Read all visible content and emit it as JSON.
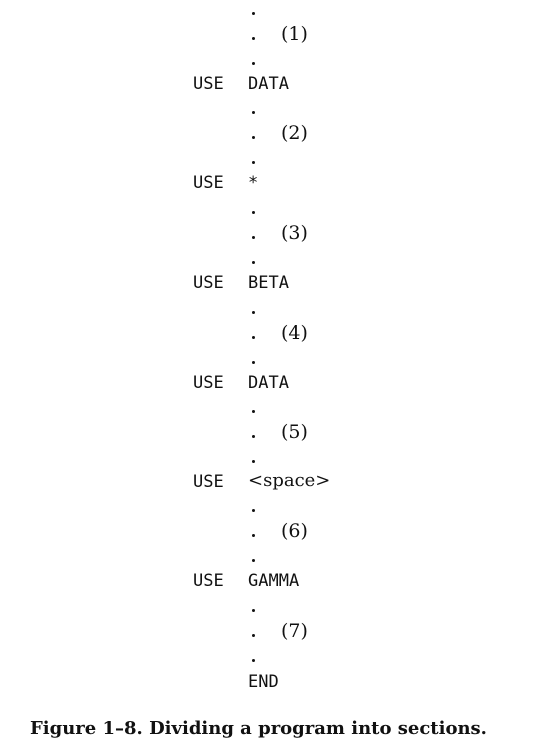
{
  "program": {
    "sections": [
      {
        "label": "(1)"
      },
      {
        "label": "(2)"
      },
      {
        "label": "(3)"
      },
      {
        "label": "(4)"
      },
      {
        "label": "(5)"
      },
      {
        "label": "(6)"
      },
      {
        "label": "(7)"
      }
    ],
    "use_statements": [
      {
        "keyword": "USE",
        "name": "DATA"
      },
      {
        "keyword": "USE",
        "name": "*"
      },
      {
        "keyword": "USE",
        "name": "BETA"
      },
      {
        "keyword": "USE",
        "name": "DATA"
      },
      {
        "keyword": "USE",
        "name": "<space>"
      },
      {
        "keyword": "USE",
        "name": "GAMMA"
      }
    ],
    "end_statement": "END"
  },
  "caption": "Figure 1–8. Dividing a program into sections."
}
